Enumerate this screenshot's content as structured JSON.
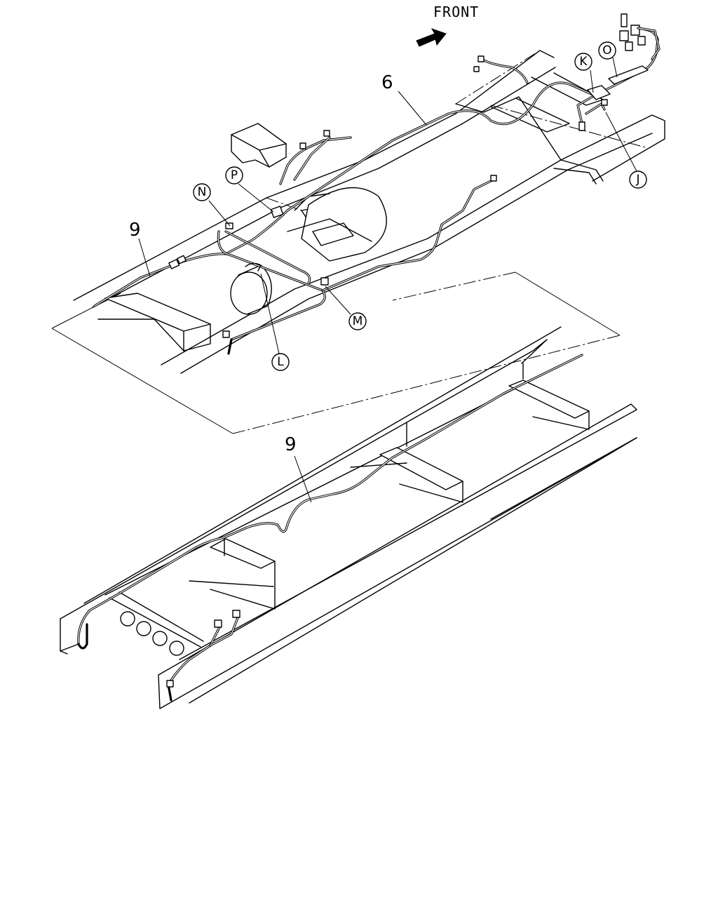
{
  "direction_label": "FRONT",
  "callouts": {
    "j": "J",
    "k": "K",
    "l": "L",
    "m": "M",
    "n": "N",
    "o": "O",
    "p": "P"
  },
  "part_numbers": {
    "harness_main": "6",
    "harness_upper": "9",
    "harness_lower": "9"
  },
  "icons": {
    "front_arrow": "arrow-right-icon"
  }
}
